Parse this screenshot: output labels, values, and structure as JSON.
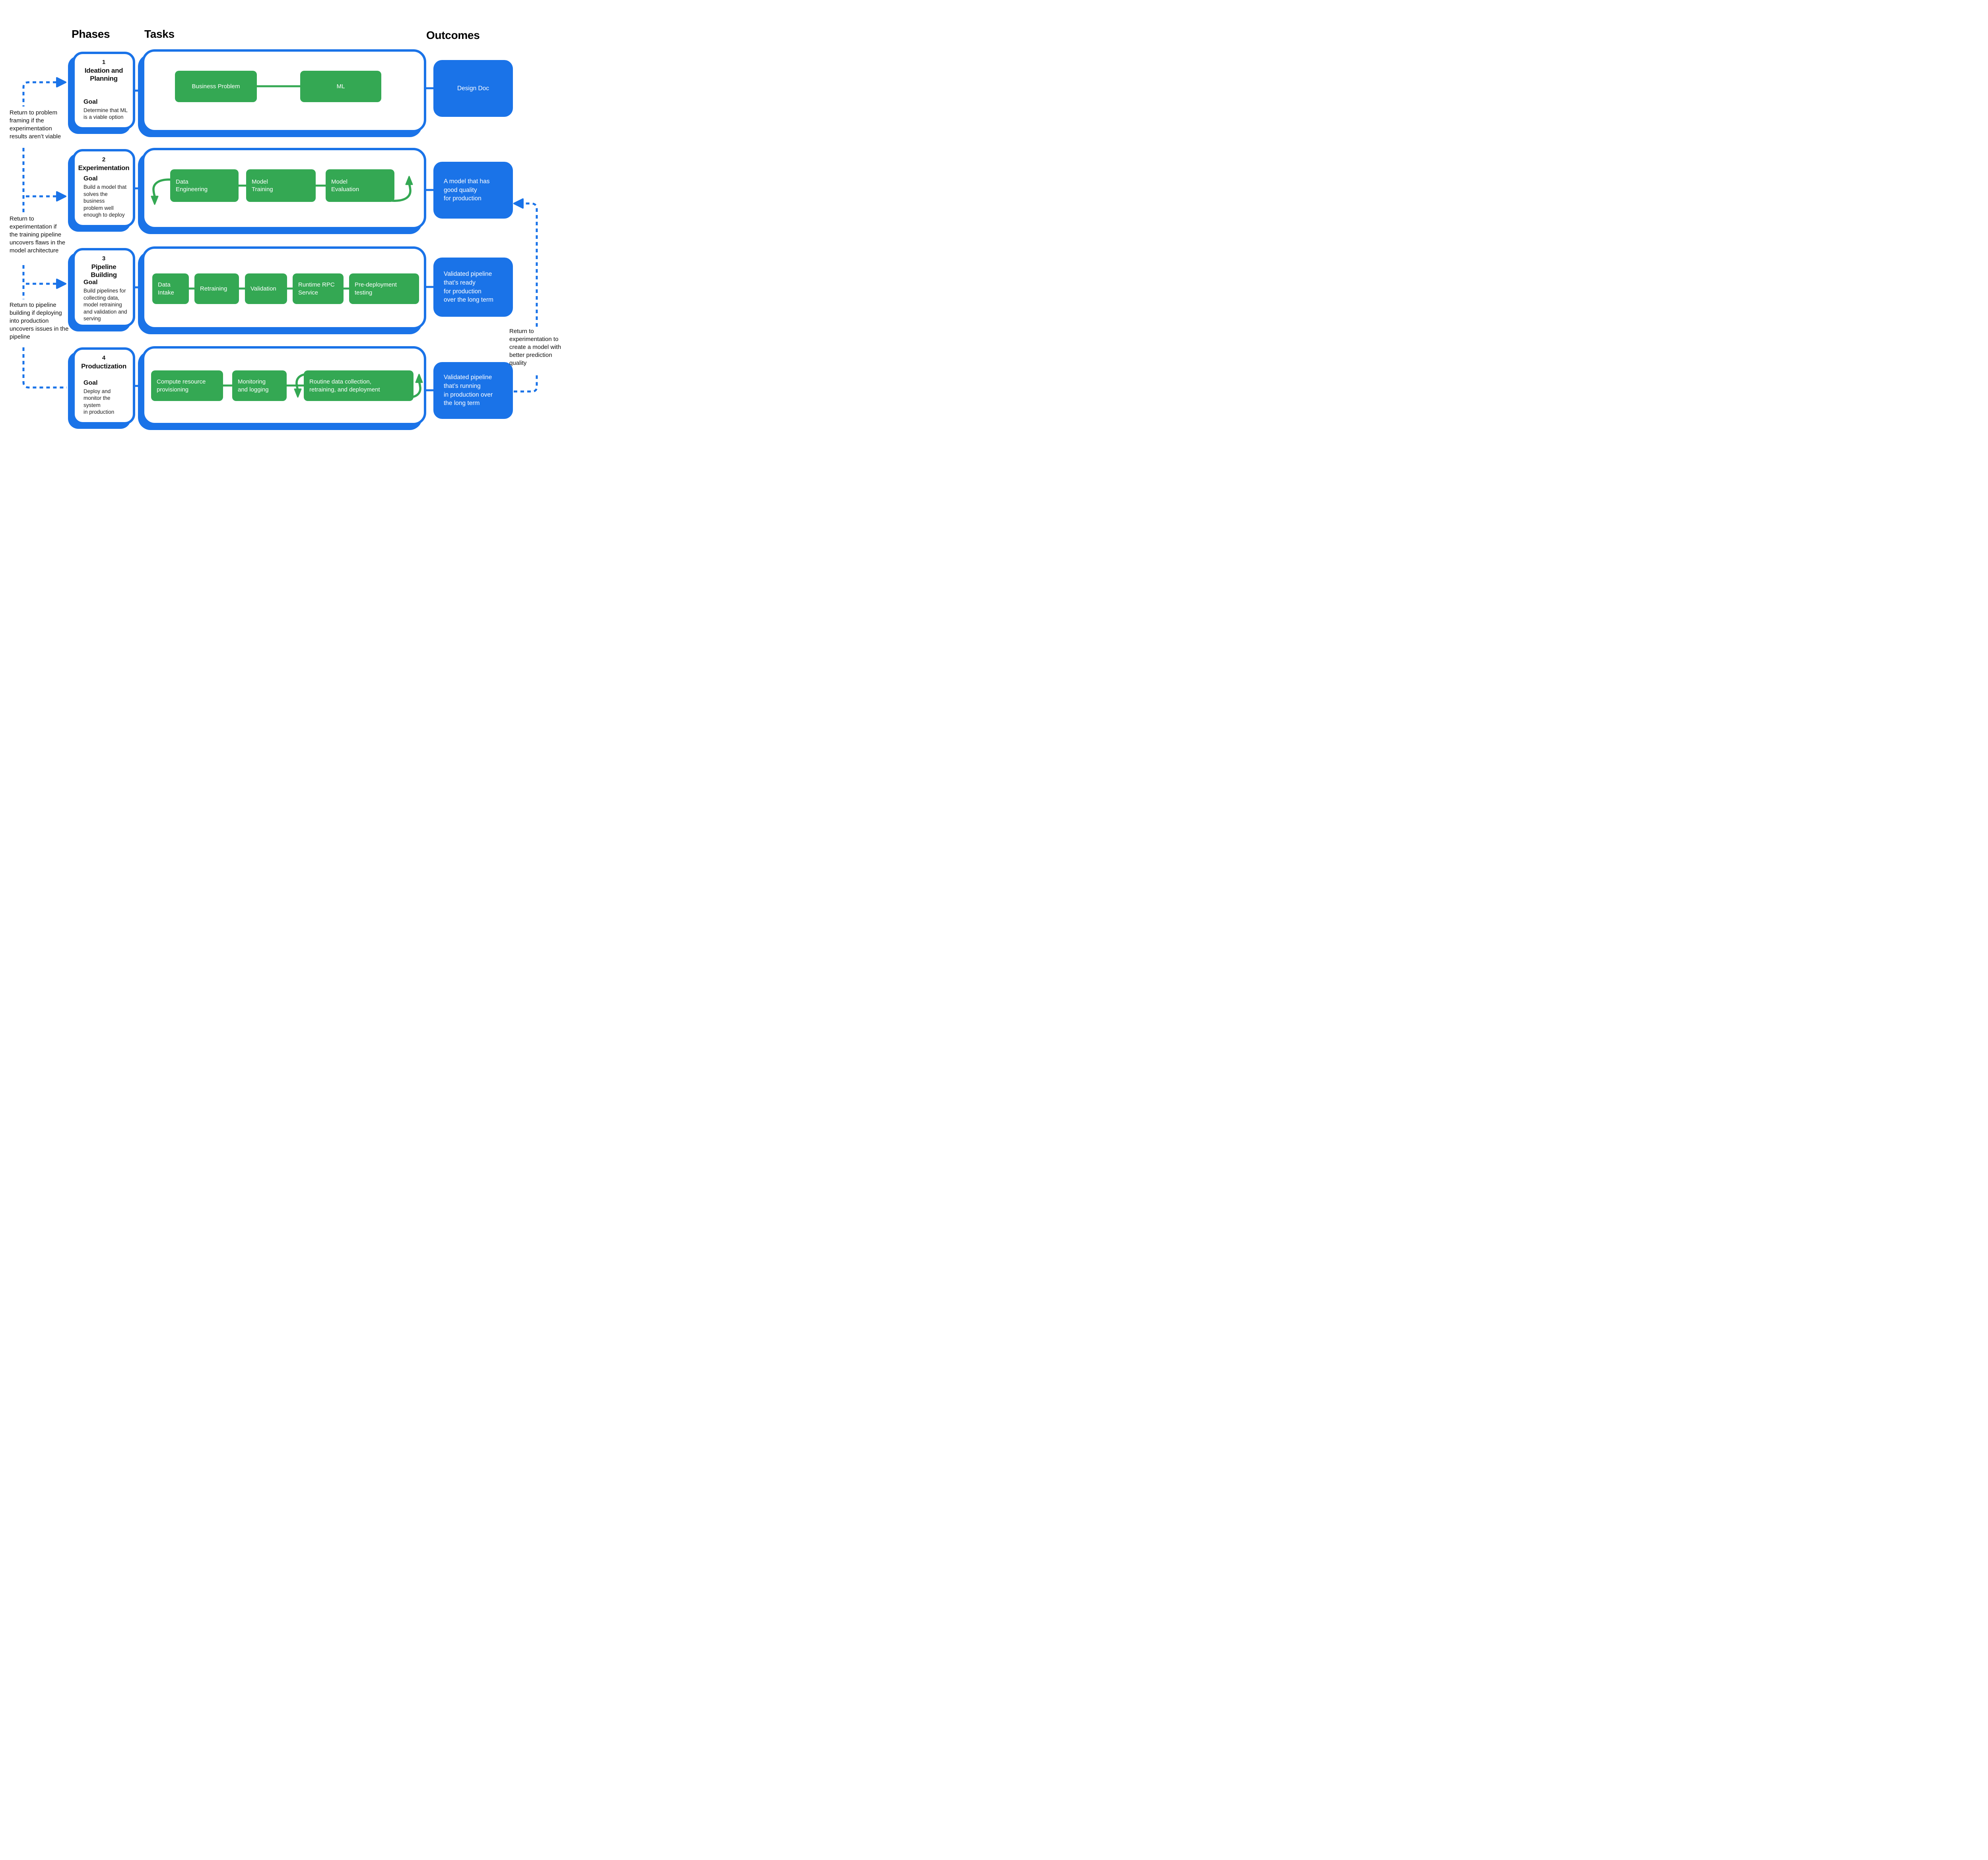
{
  "headers": {
    "phases": "Phases",
    "tasks": "Tasks",
    "outcomes": "Outcomes"
  },
  "colors": {
    "blue": "#1A73E8",
    "green": "#34A853",
    "text": "#000000"
  },
  "phases": [
    {
      "number": "1",
      "title": "Ideation and\nPlanning",
      "goal_label": "Goal",
      "goal": "Determine that ML\nis a viable option"
    },
    {
      "number": "2",
      "title": "Experimentation",
      "goal_label": "Goal",
      "goal": "Build a model that\nsolves the business\nproblem well\nenough to deploy"
    },
    {
      "number": "3",
      "title": "Pipeline Building",
      "goal_label": "Goal",
      "goal": "Build pipelines for\ncollecting data,\nmodel retraining\nand validation and\nserving"
    },
    {
      "number": "4",
      "title": "Productization",
      "goal_label": "Goal",
      "goal": "Deploy and\nmonitor the system\nin production"
    }
  ],
  "tasks": [
    [
      "Business Problem",
      "ML"
    ],
    [
      "Data\nEngineering",
      "Model\nTraining",
      "Model\nEvaluation"
    ],
    [
      "Data\nIntake",
      "Retraining",
      "Validation",
      "Runtime RPC\nService",
      "Pre-deployment\ntesting"
    ],
    [
      "Compute resource\nprovisioning",
      "Monitoring\nand logging",
      "Routine data collection,\nretraining, and deployment"
    ]
  ],
  "outcomes": [
    "Design Doc",
    "A model that has\ngood quality\nfor production",
    "Validated pipeline\nthat’s ready\nfor production\nover the long term",
    "Validated pipeline\nthat’s running\nin production over\nthe long term"
  ],
  "annotations": {
    "left": [
      "Return to problem\nframing if the\nexperimentation\nresults aren’t viable",
      "Return to\nexperimentation if\nthe training pipeline\nuncovers flaws in the\nmodel architecture",
      "Return to pipeline\nbuilding if deploying\ninto production\nuncovers issues in the\npipeline"
    ],
    "right": "Return to\nexperimentation to\ncreate a model with\nbetter prediction\nquality"
  }
}
